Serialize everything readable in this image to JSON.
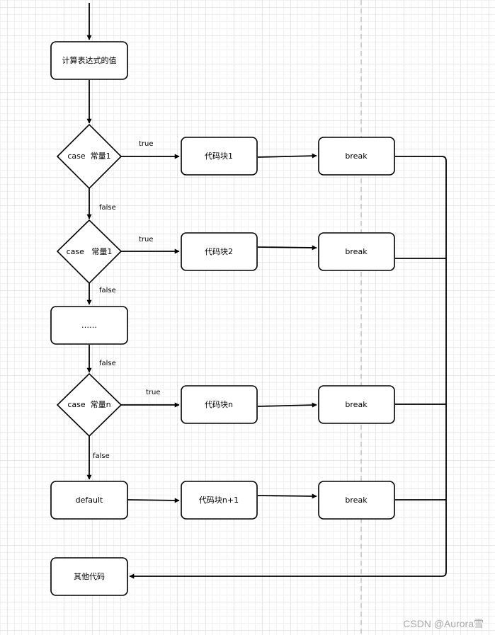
{
  "nodes": {
    "start": "计算表达式的值",
    "case1": "case  常量1",
    "case2": "case   常量1",
    "ellipsis": "……",
    "casen": "case  常量n",
    "default": "default",
    "code1": "代码块1",
    "code2": "代码块2",
    "coden": "代码块n",
    "coden1": "代码块n+1",
    "break1": "break",
    "break2": "break",
    "breakn": "break",
    "breakd": "break",
    "other": "其他代码"
  },
  "edges": {
    "true1": "true",
    "true2": "true",
    "truen": "true",
    "false1": "false",
    "false2": "false",
    "false3": "false",
    "false4": "false"
  },
  "watermark": "CSDN @Aurora雪"
}
